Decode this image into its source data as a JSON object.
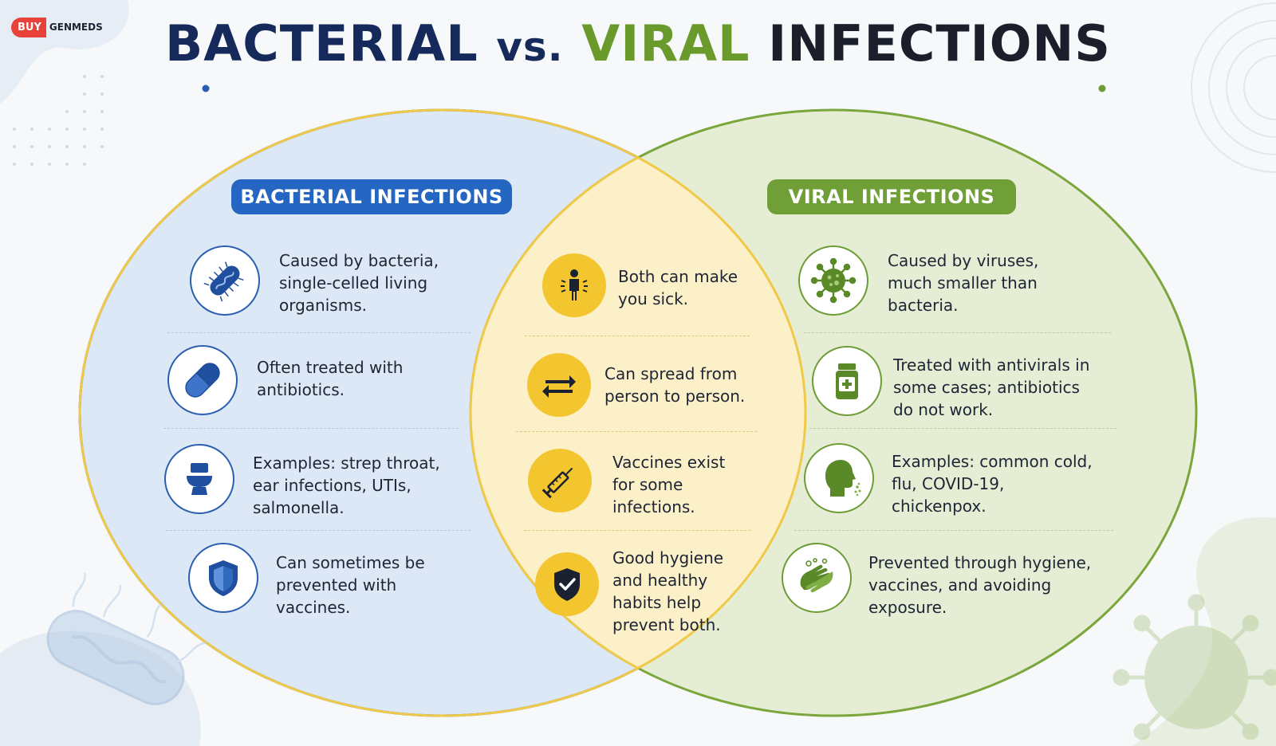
{
  "logo": {
    "buy": "BUY",
    "brand": "GENMEDS"
  },
  "title": {
    "part1": "BACTERIAL",
    "vs": "vs.",
    "part2": "VIRAL",
    "part3": "INFECTIONS"
  },
  "colors": {
    "bacterial": "#2566c2",
    "viral": "#6f9f36",
    "shared": "#f3c52f",
    "navy": "#15295a"
  },
  "bacterial": {
    "heading": "BACTERIAL INFECTIONS",
    "items": [
      {
        "icon": "bacterium-icon",
        "text": "Caused by bacteria, single-celled living organisms."
      },
      {
        "icon": "capsule-icon",
        "text": "Often treated with antibiotics."
      },
      {
        "icon": "toilet-icon",
        "text": "Examples: strep throat, ear infections, UTIs, salmonella."
      },
      {
        "icon": "shield-icon",
        "text": "Can sometimes be prevented with vaccines."
      }
    ]
  },
  "both": {
    "items": [
      {
        "icon": "sick-person-icon",
        "text": "Both can make you sick."
      },
      {
        "icon": "exchange-arrows-icon",
        "text": "Can spread from person to person."
      },
      {
        "icon": "syringe-icon",
        "text": "Vaccines exist for some infections."
      },
      {
        "icon": "shield-check-icon",
        "text": "Good hygiene and healthy habits help prevent both."
      }
    ]
  },
  "viral": {
    "heading": "VIRAL INFECTIONS",
    "items": [
      {
        "icon": "virus-icon",
        "text": "Caused by viruses, much smaller than bacteria."
      },
      {
        "icon": "medicine-bottle-icon",
        "text": "Treated with antivirals in some cases; antibiotics do not work."
      },
      {
        "icon": "sneezing-head-icon",
        "text": "Examples: common cold, flu, COVID-19, chickenpox."
      },
      {
        "icon": "washing-hands-icon",
        "text": "Prevented through hygiene, vaccines, and avoiding exposure."
      }
    ]
  }
}
